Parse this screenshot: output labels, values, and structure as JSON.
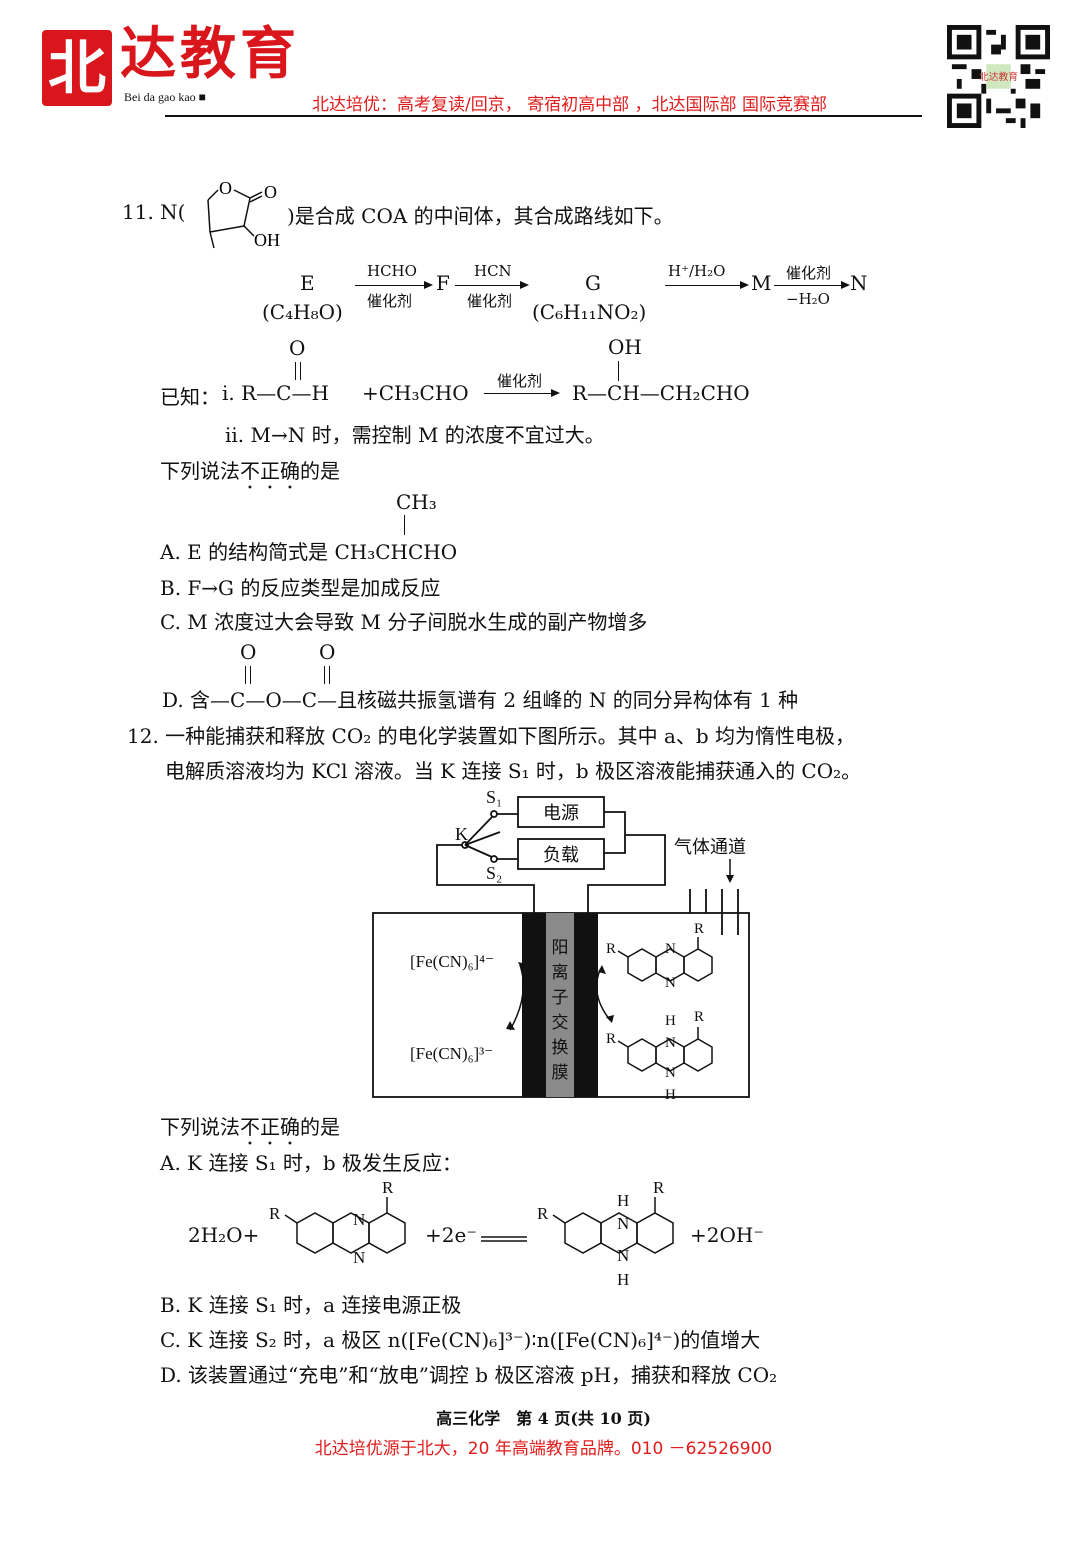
{
  "header": {
    "logo_mark": "北",
    "logo_name": "达教育",
    "logo_pinyin": "Bei da gao kao ■",
    "tagline": "北达培优：高考复读/回京， 寄宿初高中部 ，北达国际部 国际竞赛部",
    "qr_label": "北达教育"
  },
  "q11": {
    "num": "11. N(",
    "intro": ")是合成 COA 的中间体，其合成路线如下。",
    "structure_atoms": {
      "o_ring": "O",
      "o_carbonyl": "O",
      "oh": "OH"
    },
    "route": {
      "E": "E",
      "E_formula": "(C₄H₈O)",
      "r1_top": "HCHO",
      "r1_bottom": "催化剂",
      "F": "F",
      "r2_top": "HCN",
      "r2_bottom": "催化剂",
      "G": "G",
      "G_formula": "(C₆H₁₁NO₂)",
      "r3_top": "H⁺/H₂O",
      "M": "M",
      "r4_top": "催化剂",
      "r4_bottom": "−H₂O",
      "N": "N"
    },
    "known_label": "已知：",
    "known_i_prefix": "i. R—C—H",
    "known_i_o": "O",
    "known_i_reagent": "+CH₃CHO",
    "known_i_catalyst": "催化剂",
    "known_i_product": "R—CH—CH₂CHO",
    "known_i_oh": "OH",
    "known_ii": "ii. M→N 时，需控制 M 的浓度不宜过大。",
    "question_pre": "下列说法",
    "question_dot": "不正确",
    "question_post": "的是",
    "optA_ch3": "CH₃",
    "optA": "A. E 的结构简式是 CH₃CHCHO",
    "optB": "B. F→G 的反应类型是加成反应",
    "optC": "C. M 浓度过大会导致 M 分子间脱水生成的副产物增多",
    "optD_pre": "D. 含",
    "optD_group": "—C—O—C—",
    "optD_o": "O",
    "optD_post": "且核磁共振氢谱有 2 组峰的 N 的同分异构体有 1 种"
  },
  "q12": {
    "line1": "12. 一种能捕获和释放 CO₂ 的电化学装置如下图所示。其中 a、b 均为惰性电极，",
    "line2": "电解质溶液均为 KCl 溶液。当 K 连接 S₁ 时，b 极区溶液能捕获通入的 CO₂。",
    "diagram": {
      "k": "K",
      "s1": "S₁",
      "s2": "S₂",
      "power": "电源",
      "load": "负载",
      "gas_channel": "气体通道",
      "membrane": [
        "阳",
        "离",
        "子",
        "交",
        "换",
        "膜"
      ],
      "fe4": "[Fe(CN)₆]⁴⁻",
      "fe3": "[Fe(CN)₆]³⁻",
      "r": "R",
      "n": "N",
      "h": "H"
    },
    "question_pre": "下列说法",
    "question_dot": "不正确",
    "question_post": "的是",
    "optA": "A. K 连接 S₁ 时，b 极发生反应：",
    "eq_left": "2H₂O+",
    "eq_mid": "+2e⁻",
    "eq_right": "+2OH⁻",
    "optB": "B. K 连接 S₁ 时，a 连接电源正极",
    "optC": "C. K 连接 S₂ 时，a 极区 n([Fe(CN)₆]³⁻)∶n([Fe(CN)₆]⁴⁻)的值增大",
    "optD": "D. 该装置通过“充电”和“放电”调控 b 极区溶液 pH，捕获和释放 CO₂"
  },
  "footer": {
    "page": "高三化学　第 4 页(共 10 页)",
    "ad": "北达培优源于北大，20 年高端教育品牌。010 －62526900"
  }
}
